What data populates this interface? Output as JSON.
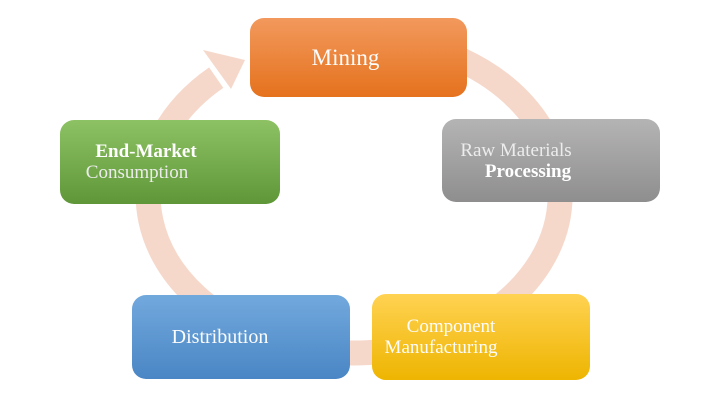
{
  "diagram": {
    "type": "cycle",
    "direction": "clockwise",
    "background_color": "#ffffff",
    "ring_color": "#f6d8cb",
    "nodes": [
      {
        "id": "mining",
        "lines": [
          "Mining"
        ],
        "color_top": "#f2995d",
        "color_bottom": "#e5721d"
      },
      {
        "id": "raw-materials-processing",
        "lines": [
          "Raw Materials",
          "Processing"
        ],
        "color_top": "#b5b4b4",
        "color_bottom": "#8f8e8e"
      },
      {
        "id": "component-manufacturing",
        "lines": [
          "Component",
          "Manufacturing"
        ],
        "color_top": "#ffd252",
        "color_bottom": "#eeb501"
      },
      {
        "id": "distribution",
        "lines": [
          "Distribution"
        ],
        "color_top": "#72a9dd",
        "color_bottom": "#4a86c5"
      },
      {
        "id": "end-market-consumption",
        "lines": [
          "End-Market",
          "Consumption"
        ],
        "color_top": "#8dc264",
        "color_bottom": "#5f9738"
      }
    ]
  }
}
